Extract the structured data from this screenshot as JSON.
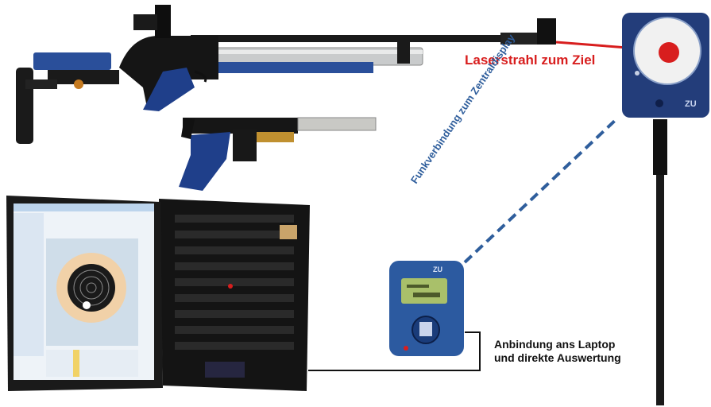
{
  "colors": {
    "laser": "#d81e1e",
    "radio_link": "#2f5e9c",
    "label_text": "#111111",
    "device_blue": "#2c5aa0",
    "lcd_green": "#a9c06a"
  },
  "labels": {
    "laser": "Laserstrahl zum Ziel",
    "radio": "Funkverbindung zum Zentraldisplay",
    "laptop_line1": "Anbindung ans Laptop",
    "laptop_line2": "und direkte Auswertung"
  },
  "icons": {
    "rifle": "laser-rifle-icon",
    "pistol": "laser-pistol-icon",
    "target": "electronic-target-icon",
    "display": "central-display-icon",
    "laptop": "laptop-icon"
  }
}
